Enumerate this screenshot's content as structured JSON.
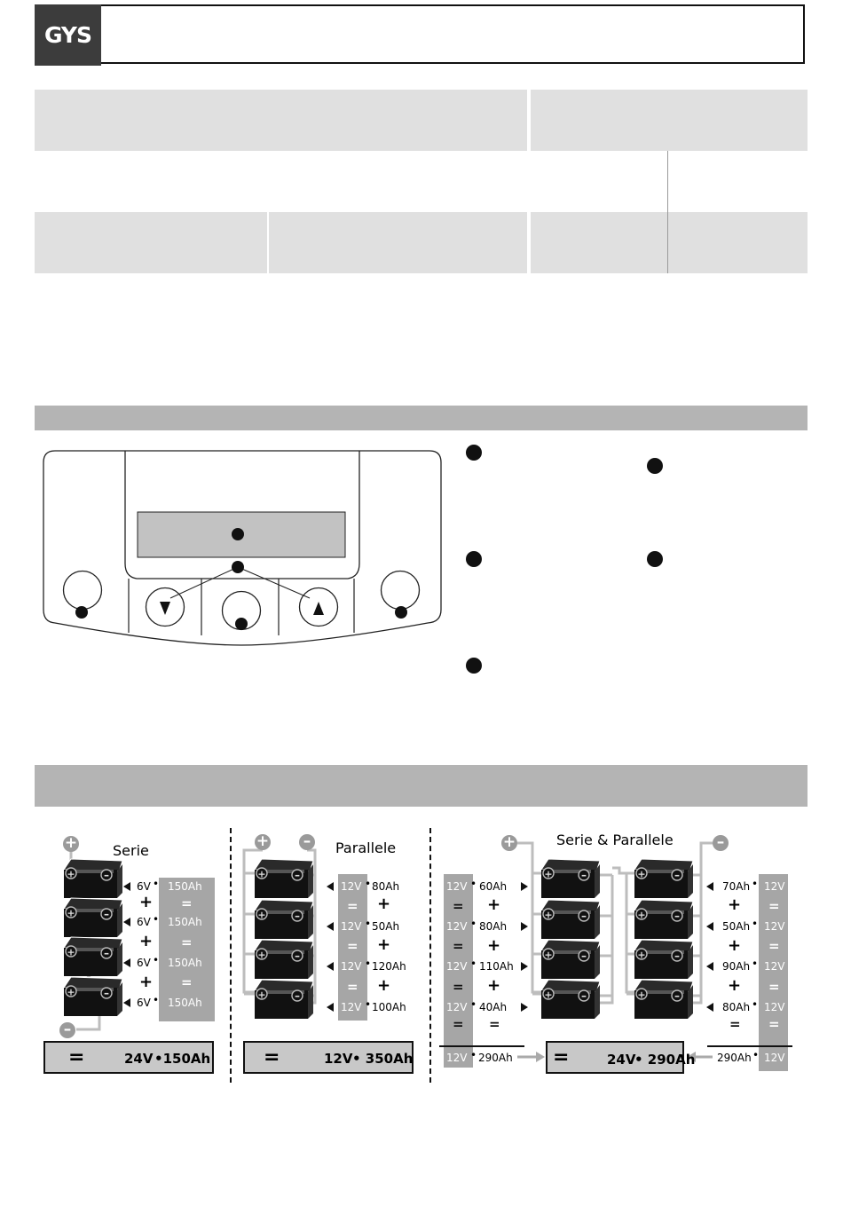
{
  "header": {
    "logo_text": "GYS"
  },
  "series": {
    "title": "Serie",
    "voltages": [
      "6V",
      "6V",
      "6V",
      "6V"
    ],
    "capacities": [
      "150Ah",
      "150Ah",
      "150Ah",
      "150Ah"
    ],
    "result_voltage": "24V",
    "result_capacity": "•150Ah"
  },
  "parallel": {
    "title": "Parallele",
    "voltages": [
      "12V",
      "12V",
      "12V",
      "12V"
    ],
    "capacities": [
      "80Ah",
      "50Ah",
      "120Ah",
      "100Ah"
    ],
    "result_voltage": "12V",
    "result_capacity": "•  350Ah"
  },
  "series_parallel": {
    "title": "Serie & Parallele",
    "left_voltages": [
      "12V",
      "12V",
      "12V",
      "12V"
    ],
    "left_capacities": [
      "60Ah",
      "80Ah",
      "110Ah",
      "40Ah"
    ],
    "left_total_voltage": "12V",
    "left_total_capacity": "290Ah",
    "right_capacities": [
      "70Ah",
      "50Ah",
      "90Ah",
      "80Ah"
    ],
    "right_voltages": [
      "12V",
      "12V",
      "12V",
      "12V"
    ],
    "right_total_capacity": "290Ah",
    "right_total_voltage": "12V",
    "result_voltage": "24V",
    "result_capacity": "• 290Ah"
  },
  "colors": {
    "bar_grey": "#b4b4b4",
    "light_grey": "#e0e0e0",
    "column_grey": "#a6a6a6"
  },
  "icons": [
    "plus-terminal-icon",
    "minus-terminal-icon",
    "battery-icon",
    "down-arrow-icon",
    "up-arrow-icon"
  ]
}
